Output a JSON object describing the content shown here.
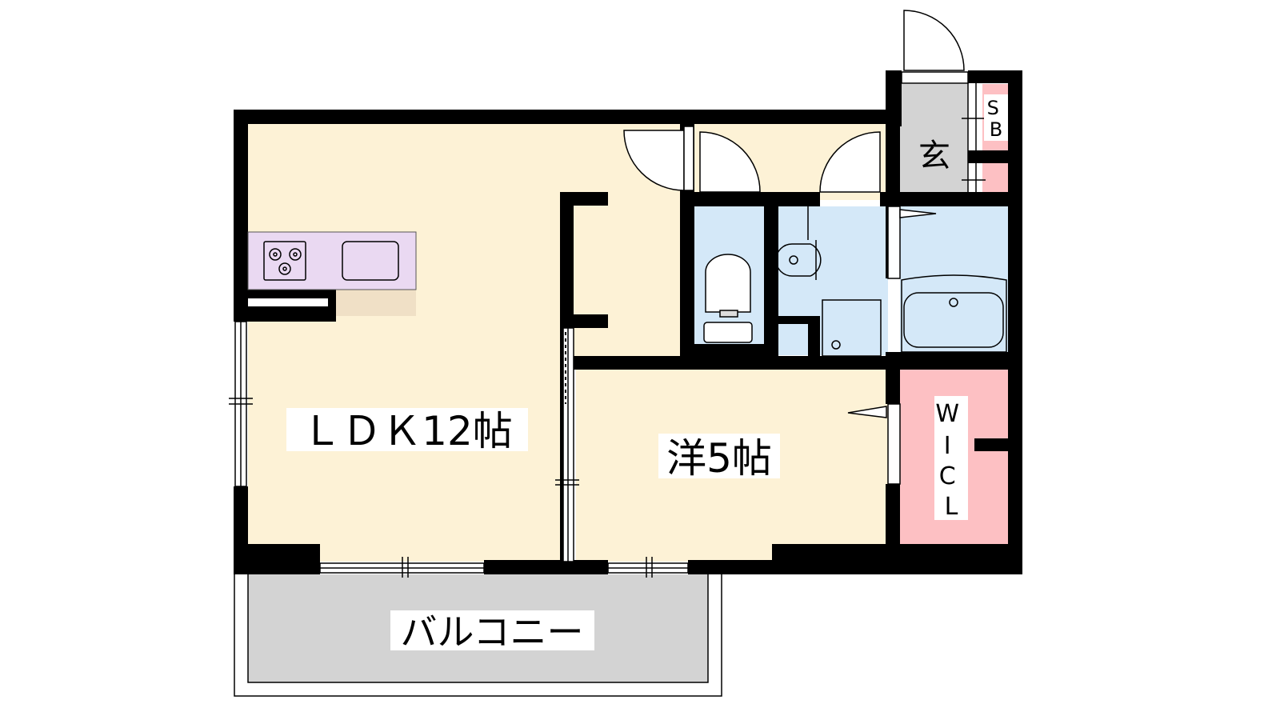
{
  "labels": {
    "ldk": "ＬＤＫ12帖",
    "western_room": "洋5帖",
    "entrance": "玄",
    "shoe_box": "SB",
    "walk_in_closet": "W I C L",
    "balcony": "バルコニー"
  },
  "colors": {
    "floor": "#fdf2d6",
    "wet_area": "#d4e8f8",
    "entrance": "#d3d3d3",
    "closet": "#fdc0c3",
    "balcony": "#d3d3d3",
    "kitchen_counter": "#ead9f2",
    "counter_top": "#f0e0c6",
    "wall": "#000000"
  },
  "icons": [
    "stove-icon",
    "sink-icon",
    "toilet-icon",
    "washbasin-icon",
    "bathtub-icon",
    "washing-machine-icon",
    "door-swing-icon"
  ]
}
